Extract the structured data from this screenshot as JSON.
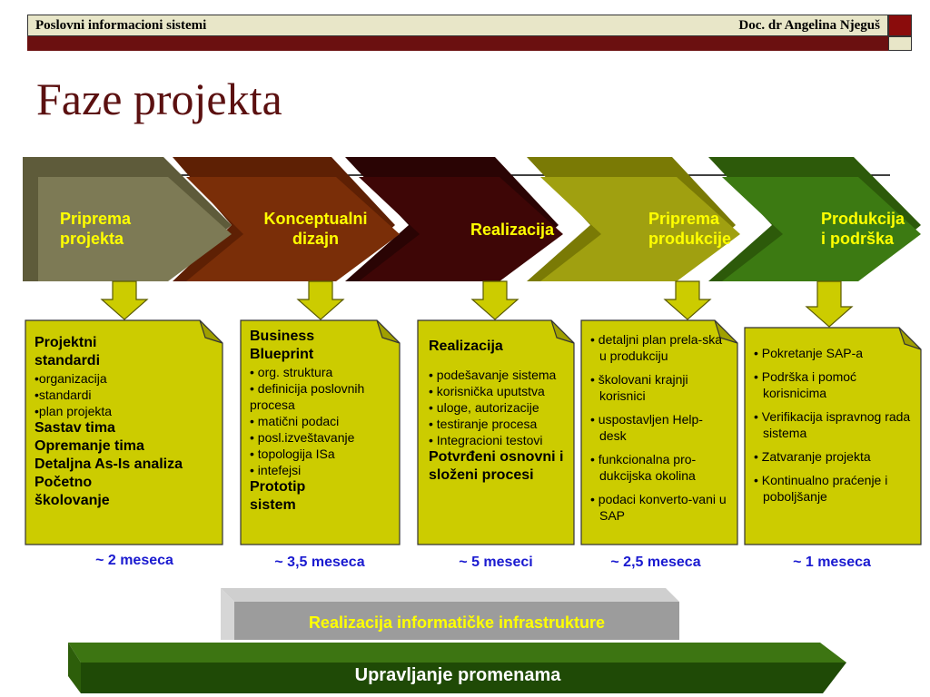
{
  "header": {
    "left_text": "Poslovni informacioni sistemi",
    "right_text": "Doc. dr Angelina Njeguš"
  },
  "title": "Faze projekta",
  "colors": {
    "phase1": "#7d7a55",
    "phase2": "#7a2e08",
    "phase3": "#3e0606",
    "phase4": "#9a9a0c",
    "phase5": "#3c7010",
    "box_fill": "#cccc00",
    "label": "#ffff00",
    "duration": "#1a1ad0"
  },
  "phases": [
    {
      "label_line1": "Priprema",
      "label_line2": "projekta"
    },
    {
      "label_line1": "Konceptualni",
      "label_line2": "dizajn"
    },
    {
      "label_line1": "Realizacija",
      "label_line2": ""
    },
    {
      "label_line1": "Priprema",
      "label_line2": "produkcije"
    },
    {
      "label_line1": "Produkcija",
      "label_line2": "i podrška"
    }
  ],
  "boxes": [
    {
      "items": [
        {
          "text": "Projektni standardi",
          "bold": true
        },
        {
          "text": "•organizacija",
          "bold": false
        },
        {
          "text": "•standardi",
          "bold": false
        },
        {
          "text": "•plan projekta",
          "bold": false
        },
        {
          "text": "Sastav tima",
          "bold": true
        },
        {
          "text": "Opremanje tima",
          "bold": true
        },
        {
          "text": "Detaljna As-Is analiza",
          "bold": true
        },
        {
          "text": "Početno školovanje",
          "bold": true
        }
      ]
    },
    {
      "items": [
        {
          "text": "Business Blueprint",
          "bold": true
        },
        {
          "text": "• org. struktura",
          "bold": false
        },
        {
          "text": "• definicija poslovnih procesa",
          "bold": false
        },
        {
          "text": "• matični podaci",
          "bold": false
        },
        {
          "text": "• posl.izveštavanje",
          "bold": false
        },
        {
          "text": "• topologija ISa",
          "bold": false
        },
        {
          "text": "• intefejsi",
          "bold": false
        },
        {
          "text": "Prototip sistem",
          "bold": true
        }
      ]
    },
    {
      "items": [
        {
          "text": "Realizacija",
          "bold": true
        },
        {
          "text": "• podešavanje sistema",
          "bold": false
        },
        {
          "text": "• korisnička uputstva",
          "bold": false
        },
        {
          "text": "• uloge, autorizacije",
          "bold": false
        },
        {
          "text": "• testiranje procesa",
          "bold": false
        },
        {
          "text": "• Integracioni testovi",
          "bold": false
        },
        {
          "text": "Potvrđeni osnovni i složeni procesi",
          "bold": true
        }
      ]
    },
    {
      "items": [
        {
          "text": "• detaljni plan prela-ska u produkciju",
          "bold": false
        },
        {
          "text": "• školovani krajnji korisnici",
          "bold": false
        },
        {
          "text": "• uspostavljen Help-desk",
          "bold": false
        },
        {
          "text": "• funkcionalna pro-dukcijska okolina",
          "bold": false
        },
        {
          "text": "• podaci konverto-vani u SAP",
          "bold": false
        }
      ]
    },
    {
      "items": [
        {
          "text": "• Pokretanje SAP-a",
          "bold": false
        },
        {
          "text": "• Podrška i pomoć korisnicima",
          "bold": false
        },
        {
          "text": "• Verifikacija ispravnog rada sistema",
          "bold": false
        },
        {
          "text": "• Zatvaranje projekta",
          "bold": false
        },
        {
          "text": "• Kontinualno praćenje i poboljšanje",
          "bold": false
        }
      ]
    }
  ],
  "durations": [
    "~ 2 meseca",
    "~ 3,5 meseca",
    "~ 5 meseci",
    "~ 2,5 meseca",
    "~ 1 meseca"
  ],
  "bars": {
    "infrastructure": "Realizacija informatičke infrastrukture",
    "change": "Upravljanje promenama"
  }
}
